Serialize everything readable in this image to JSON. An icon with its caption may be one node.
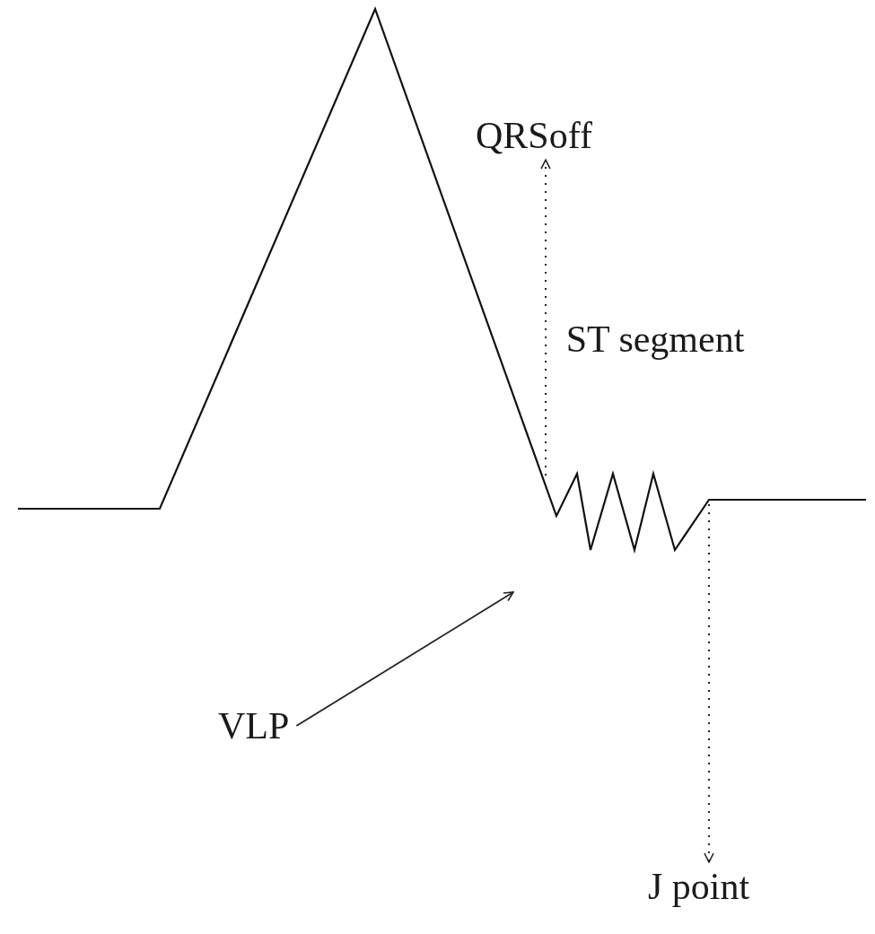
{
  "diagram": {
    "nodes": [
      {
        "text": [
          "QRSoff"
        ]
      },
      {
        "text": [
          "VLP"
        ]
      },
      {
        "text": [
          "J point"
        ]
      }
    ],
    "edges": [
      {
        "from": null,
        "to": 0,
        "arrow": "to",
        "style": "dashed"
      },
      {
        "from": 1,
        "to": null,
        "arrow": "to"
      },
      {
        "from": null,
        "to": 2,
        "arrow": "to",
        "style": "dashed"
      }
    ],
    "labels": [
      "ST segment"
    ]
  }
}
